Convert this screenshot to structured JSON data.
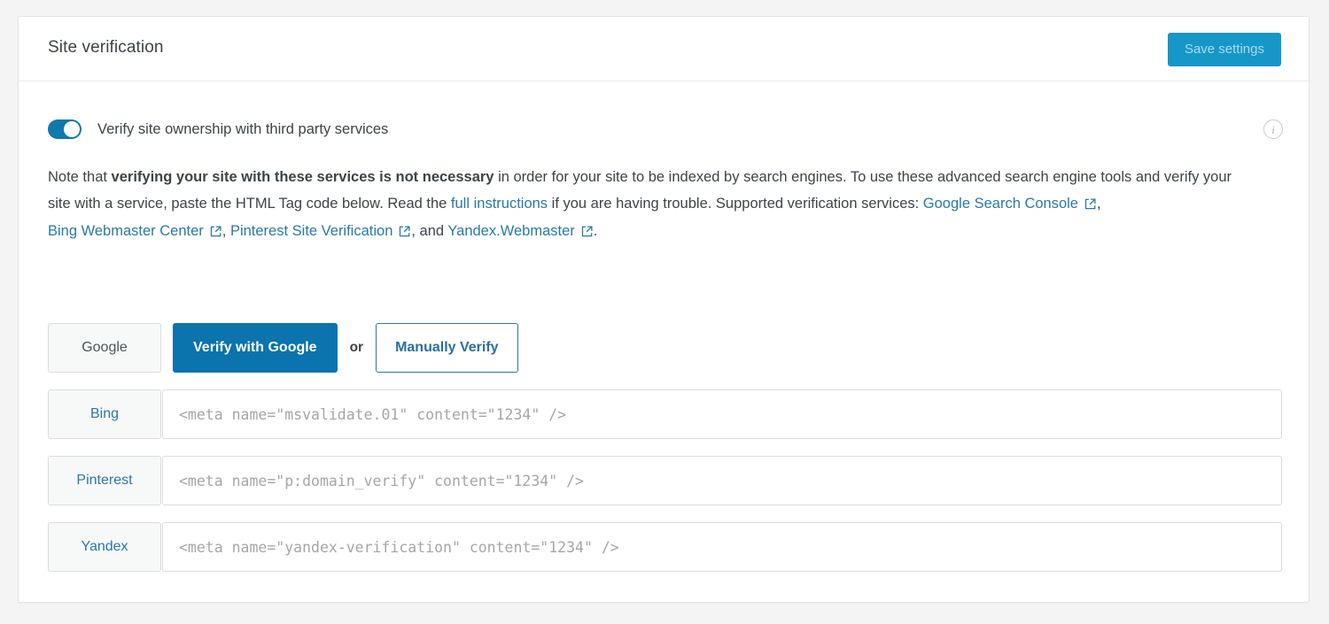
{
  "card": {
    "title": "Site verification",
    "save_label": "Save settings",
    "info_icon_glyph": "i"
  },
  "toggle": {
    "label": "Verify site ownership with third party services",
    "state": "on"
  },
  "note": {
    "part1": "Note that ",
    "bold": "verifying your site with these services is not necessary",
    "part2": " in order for your site to be indexed by search engines. To use these advanced search engine tools and verify your site with a service, paste the HTML Tag code below. Read the ",
    "link_full_instructions": "full instructions",
    "part3": " if you are having trouble. Supported verification services: ",
    "services_links": [
      {
        "label": "Google Search Console",
        "separator": ", "
      },
      {
        "label": "Bing Webmaster Center",
        "separator": ", "
      },
      {
        "label": "Pinterest Site Verification",
        "separator": ", and "
      },
      {
        "label": "Yandex.Webmaster",
        "separator": "."
      }
    ]
  },
  "google_row": {
    "name": "Google",
    "verify_label": "Verify with Google",
    "or_label": "or",
    "manual_label": "Manually Verify"
  },
  "service_rows": [
    {
      "name": "Bing",
      "placeholder": "<meta name=\"msvalidate.01\" content=\"1234\" />",
      "value": ""
    },
    {
      "name": "Pinterest",
      "placeholder": "<meta name=\"p:domain_verify\" content=\"1234\" />",
      "value": ""
    },
    {
      "name": "Yandex",
      "placeholder": "<meta name=\"yandex-verification\" content=\"1234\" />",
      "value": ""
    }
  ],
  "colors": {
    "accent_blue": "#0b73ad",
    "link_blue": "#2a79a6",
    "save_button_bg": "#1797c8",
    "toggle_on": "#1178ad",
    "page_bg": "#f4f4f4"
  }
}
